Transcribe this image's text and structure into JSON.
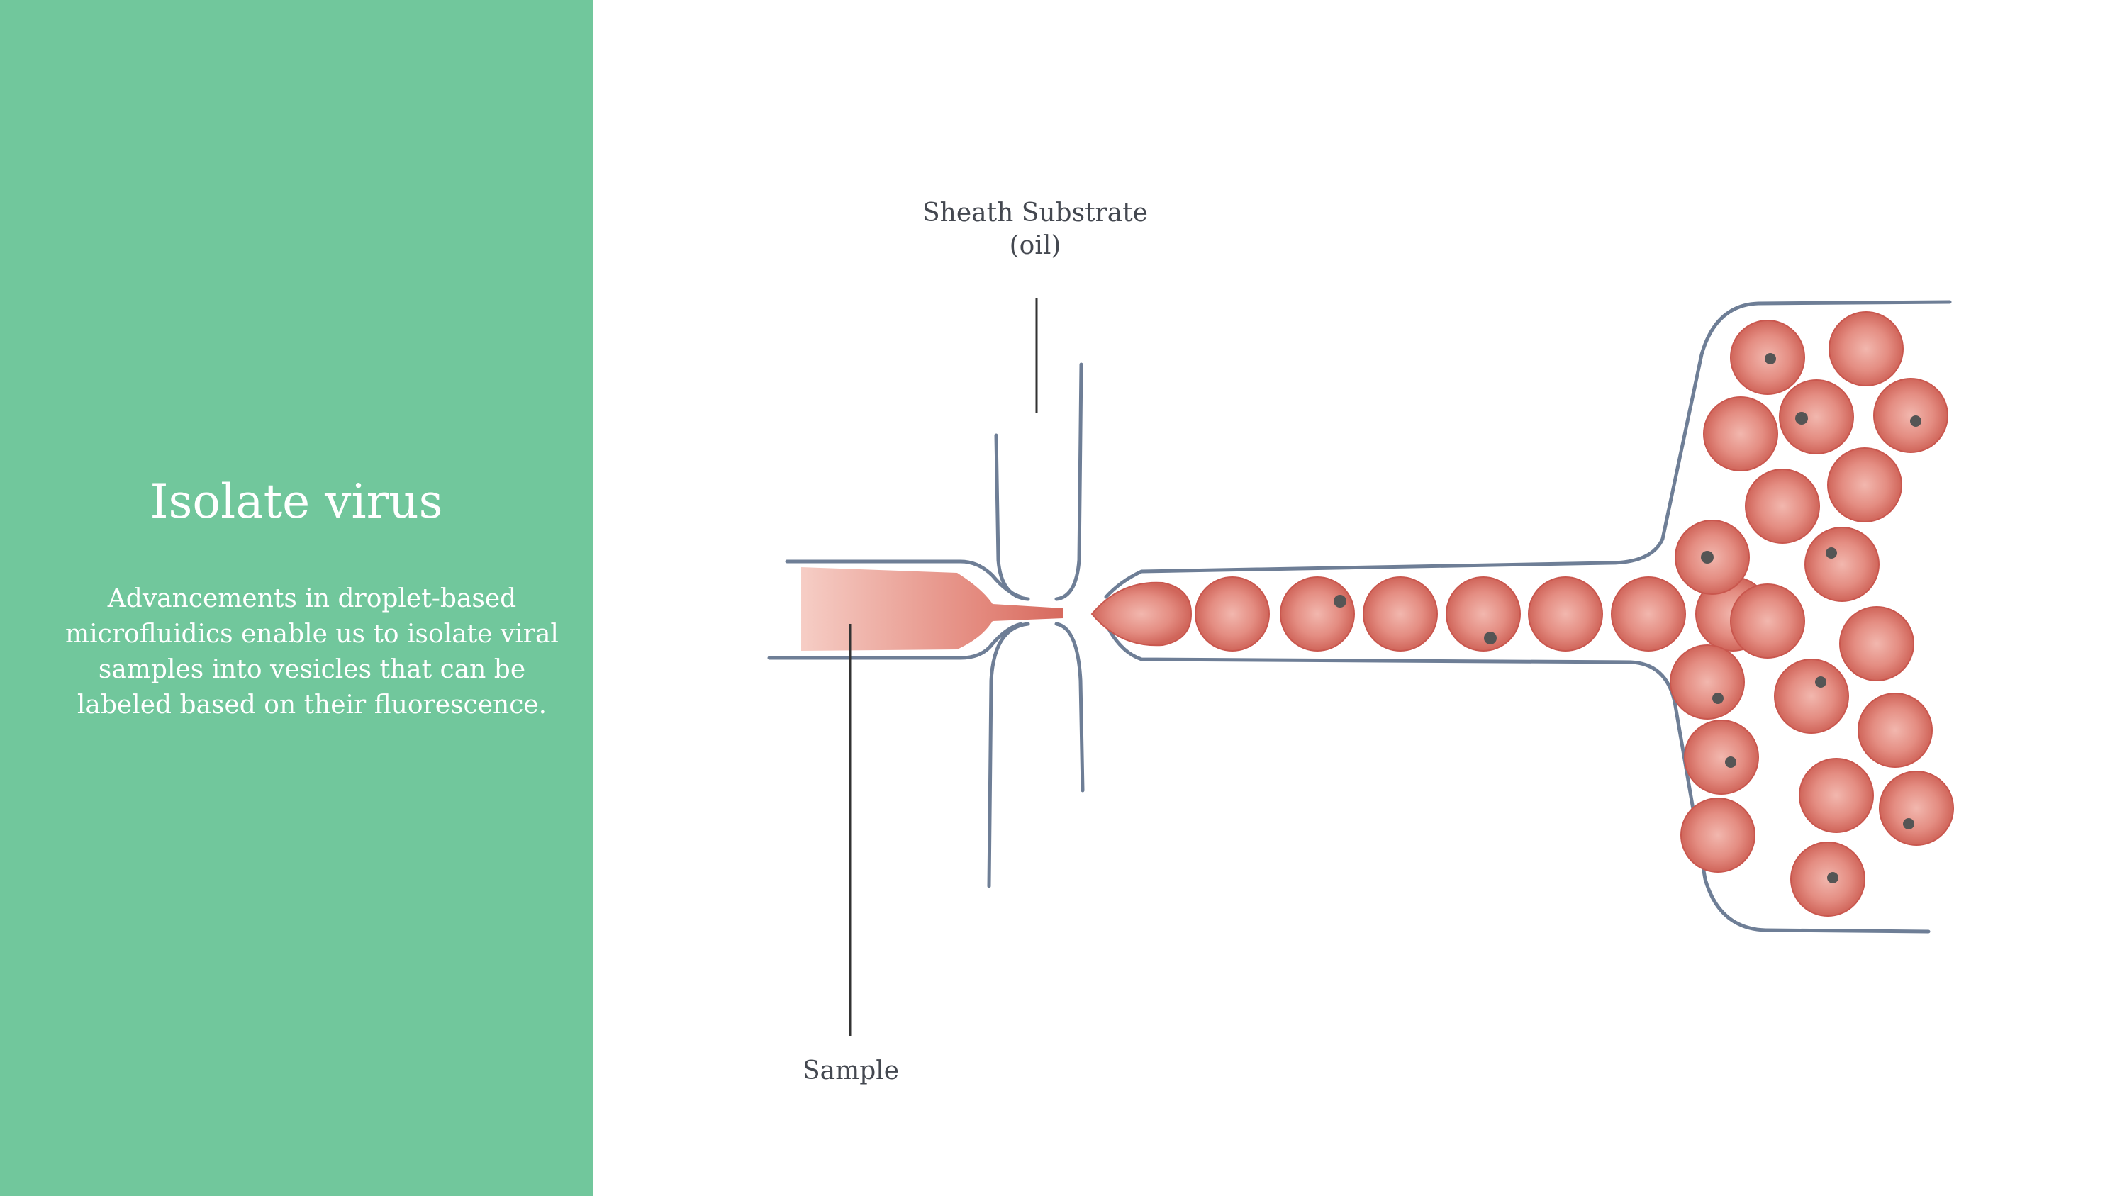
{
  "panel": {
    "title": "Isolate virus",
    "description": "Advancements in droplet-based microfluidics enable us to isolate viral samples into vesicles that can be labeled based on their fluorescence.",
    "background_color": "#71c79c"
  },
  "diagram": {
    "labels": {
      "sheath_line1": "Sheath Substrate",
      "sheath_line2": "(oil)",
      "sample": "Sample"
    },
    "colors": {
      "channel_wall": "#6e7e96",
      "droplet": "#e07c72",
      "droplet_edge": "#c9574e",
      "virus_dot": "#555555",
      "leader_line": "#333333"
    }
  }
}
